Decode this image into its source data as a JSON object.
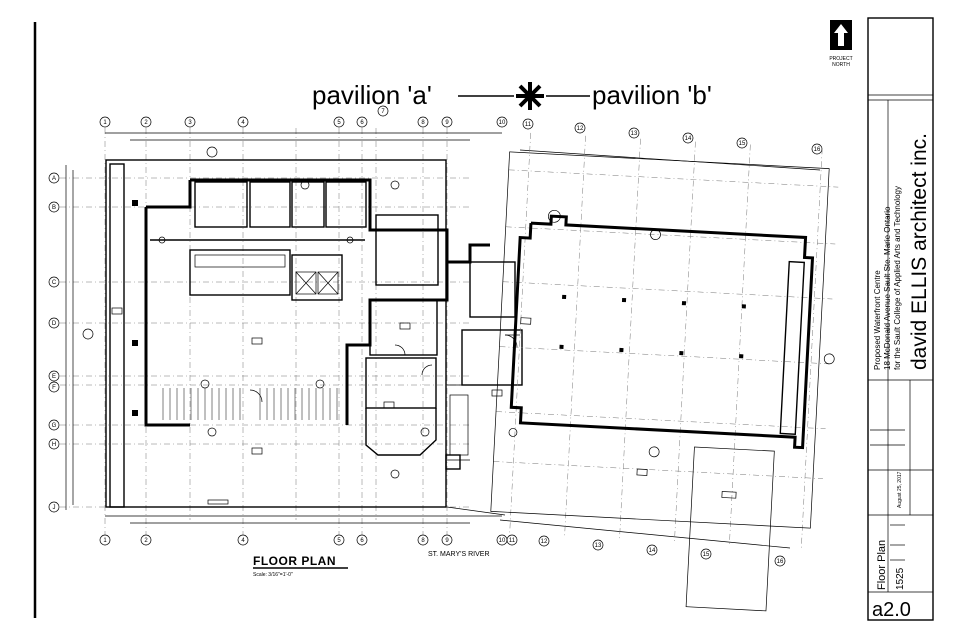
{
  "plan": {
    "pavilion_a": "pavilion 'a'",
    "pavilion_b": "pavilion 'b'",
    "title": "FLOOR PLAN",
    "scale": "Scale: 3/16\"=1'-0\"",
    "river": "ST. MARY'S RIVER",
    "north": [
      "PROJECT",
      "NORTH"
    ]
  },
  "grid_top_labels": [
    "1",
    "2",
    "3",
    "4",
    "5",
    "6",
    "7",
    "8",
    "9",
    "10",
    "11",
    "12",
    "13",
    "14",
    "15",
    "16"
  ],
  "grid_bottom_labels": [
    "1",
    "2",
    "4",
    "5",
    "6",
    "8",
    "9",
    "10",
    "11",
    "12",
    "13",
    "14",
    "15",
    "16"
  ],
  "grid_left_labels": [
    "A",
    "B",
    "C",
    "D",
    "E",
    "F",
    "G",
    "H",
    "J"
  ],
  "title_block": {
    "project": [
      "Proposed Waterfront Centre",
      "18 McDonald Avenue  Sault Ste. Marie  Ontario",
      "for the Sault College of Applied Arts and Technology"
    ],
    "firm": "david ELLIS architect inc.",
    "date": "August 25, 2017",
    "drawing": "Floor Plan",
    "project_number": "1525",
    "sheet": "a2.0"
  }
}
